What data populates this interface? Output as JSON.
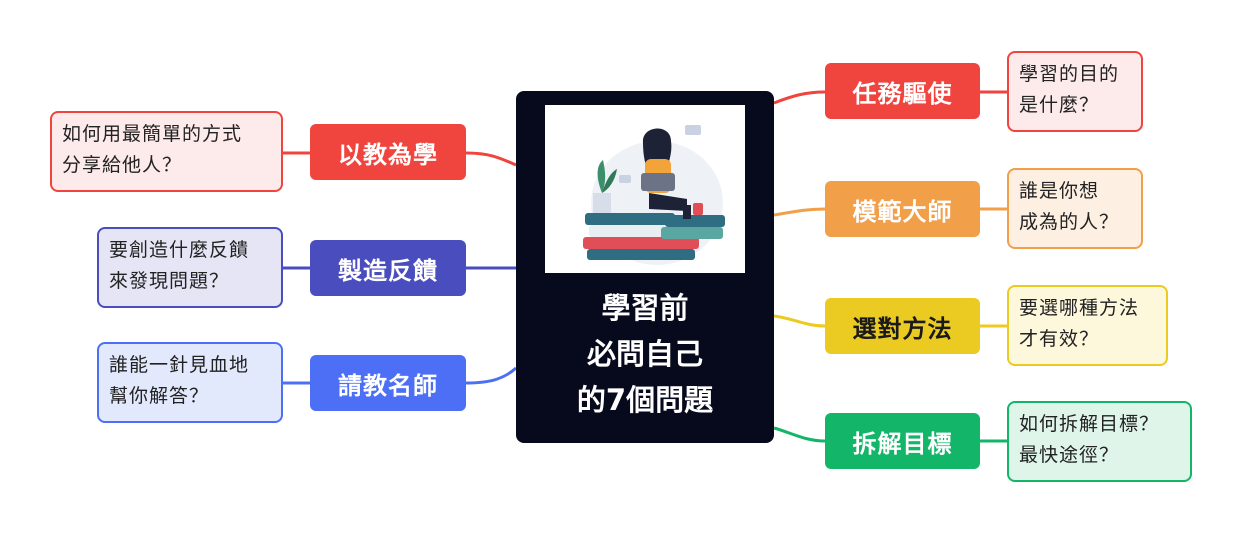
{
  "center": {
    "title_lines": [
      "學習前",
      "必問自己",
      "的7個問題"
    ]
  },
  "colors": {
    "center_bg": "#070a1c",
    "red": "#f0443f",
    "orange": "#f29f4a",
    "yellow": "#ebca22",
    "green": "#13b569",
    "purple": "#4a4dbd",
    "blue": "#4c6ff5"
  },
  "branches": {
    "left": [
      {
        "label": "以教為學",
        "color": "red",
        "leaf_lines": [
          "如何用最簡單的方式",
          "分享給他人？"
        ]
      },
      {
        "label": "製造反饋",
        "color": "purple",
        "leaf_lines": [
          "要創造什麼反饋",
          "來發現問題？"
        ]
      },
      {
        "label": "請教名師",
        "color": "blue",
        "leaf_lines": [
          "誰能一針見血地",
          "幫你解答？"
        ]
      }
    ],
    "right": [
      {
        "label": "任務驅使",
        "color": "red",
        "leaf_lines": [
          "學習的目的",
          "是什麼？"
        ]
      },
      {
        "label": "模範大師",
        "color": "orange",
        "leaf_lines": [
          "誰是你想",
          "成為的人？"
        ]
      },
      {
        "label": "選對方法",
        "color": "yellow",
        "leaf_lines": [
          "要選哪種方法",
          "才有效？"
        ]
      },
      {
        "label": "拆解目標",
        "color": "green",
        "leaf_lines": [
          "如何拆解目標？",
          "最快途徑？"
        ]
      }
    ]
  }
}
